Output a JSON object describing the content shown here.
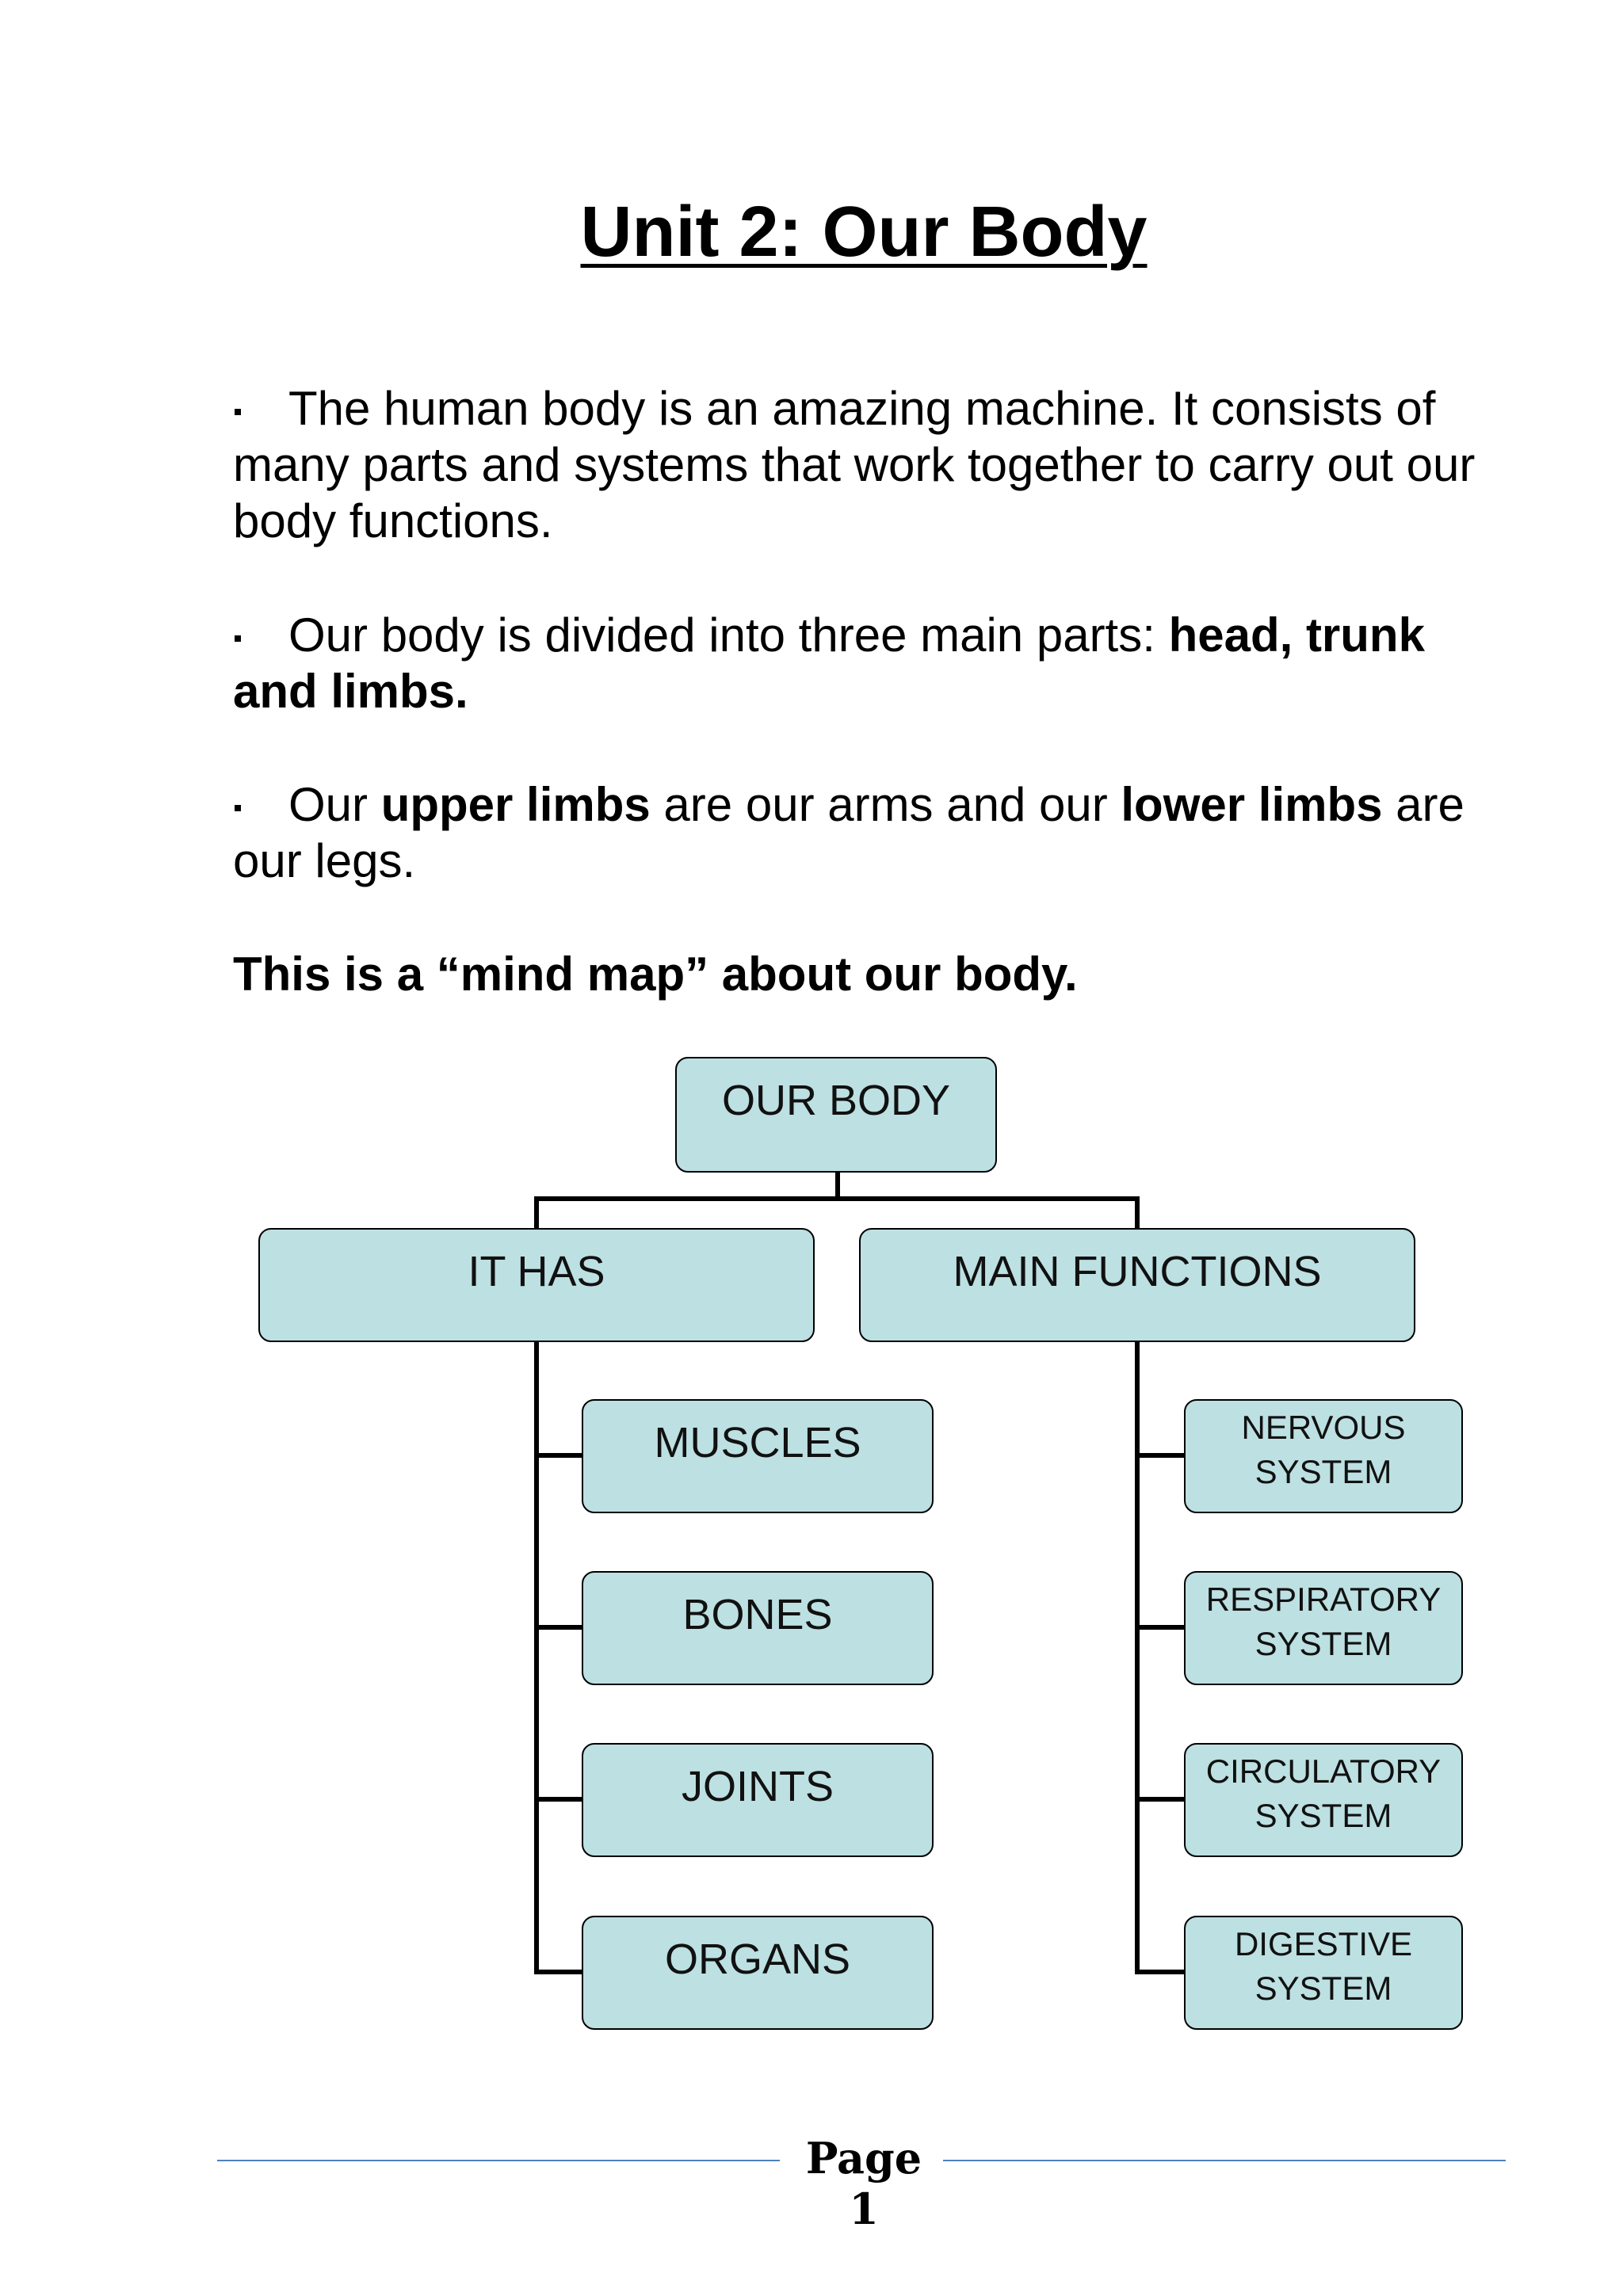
{
  "title": "Unit 2: Our Body",
  "paragraphs": {
    "p1": {
      "text": "The human body is an amazing machine. It consists of many parts and systems that work together to carry out our body functions."
    },
    "p2": {
      "text": "Our body is divided into three main parts: ",
      "bold": "head, trunk and limbs."
    },
    "p3": {
      "t1": "Our ",
      "b1": "upper limbs",
      "t2": " are our arms and our ",
      "b2": "lower limbs",
      "t3": " are our legs."
    }
  },
  "mindmap_heading": "This is a “mind map” about our body.",
  "mindmap": {
    "root": "OUR BODY",
    "left_branch": "IT HAS",
    "right_branch": "MAIN FUNCTIONS",
    "left_items": [
      "MUSCLES",
      "BONES",
      "JOINTS",
      "ORGANS"
    ],
    "right_items": [
      {
        "line1": "NERVOUS",
        "line2": "SYSTEM"
      },
      {
        "line1": "RESPIRATORY",
        "line2": "SYSTEM"
      },
      {
        "line1": "CIRCULATORY",
        "line2": "SYSTEM"
      },
      {
        "line1": "DIGESTIVE",
        "line2": "SYSTEM"
      }
    ],
    "box_color": "#bde0e2"
  },
  "footer": {
    "page_label": "Page 1",
    "rule_color": "#4f81bd"
  }
}
